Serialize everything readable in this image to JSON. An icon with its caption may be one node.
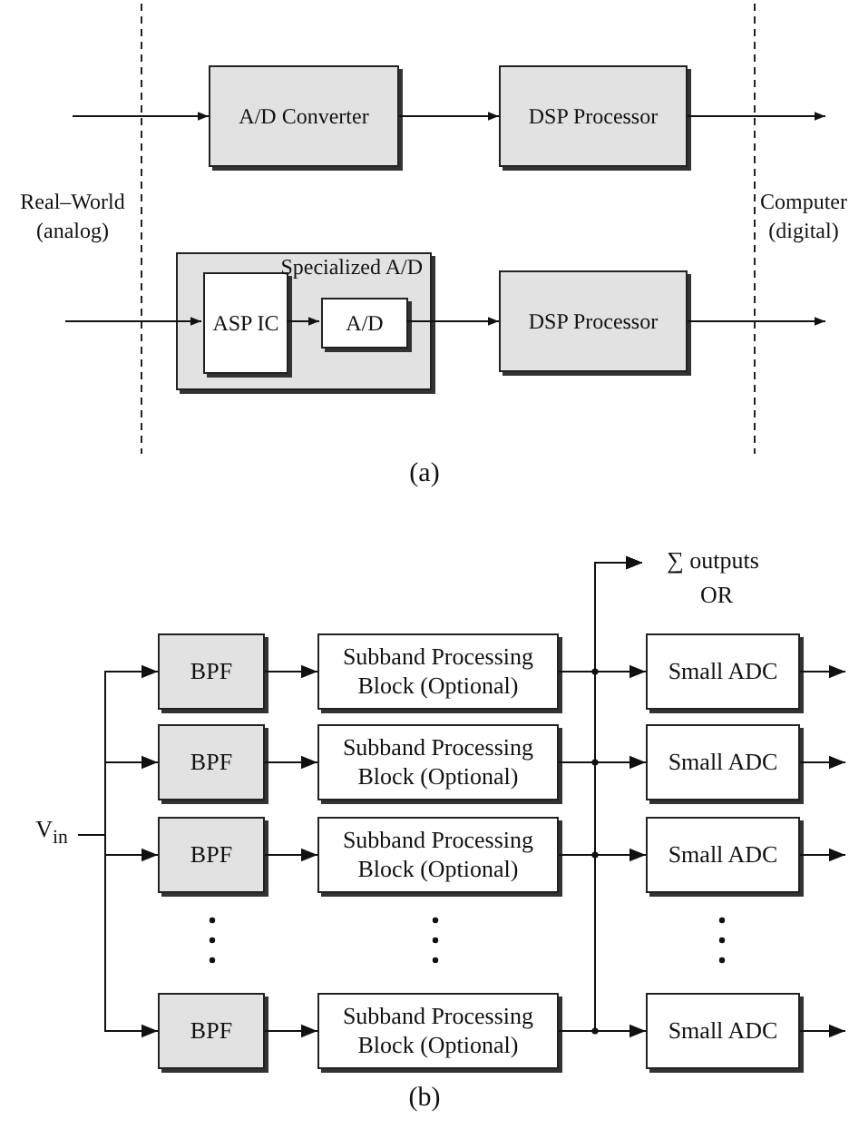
{
  "diagram": {
    "nodes": [
      {
        "text": [
          "A/D Converter"
        ]
      },
      {
        "text": [
          "DSP Processor"
        ]
      },
      {
        "text": [
          "Specialized A/D"
        ]
      },
      {
        "text": [
          "ASP IC"
        ],
        "in": 2
      },
      {
        "text": [
          "A/D"
        ],
        "in": 2
      },
      {
        "text": [
          "DSP Processor"
        ]
      },
      {
        "text": [
          "∑ outputs"
        ]
      },
      {
        "text": [
          "V$_{in}$"
        ]
      },
      {
        "text": [
          "BPF"
        ]
      },
      {
        "text": [
          "Subband Processing Block (Optional)"
        ]
      },
      {
        "text": [
          "Small ADC"
        ]
      },
      {
        "text": [
          "BPF"
        ]
      },
      {
        "text": [
          "Subband Processing Block (Optional)"
        ]
      },
      {
        "text": [
          "Small ADC"
        ]
      },
      {
        "text": [
          "BPF"
        ]
      },
      {
        "text": [
          "Subband Processing Block (Optional)"
        ]
      },
      {
        "text": [
          "Small ADC"
        ]
      },
      {
        "text": [
          "BPF"
        ]
      },
      {
        "text": [
          "Subband Processing Block (Optional)"
        ]
      },
      {
        "text": [
          "Small ADC"
        ]
      }
    ],
    "edges": [
      {
        "from": null,
        "to": 0,
        "arrow": "to"
      },
      {
        "from": 0,
        "to": 1,
        "arrow": "to"
      },
      {
        "from": 1,
        "to": null,
        "arrow": "to"
      },
      {
        "from": null,
        "to": 3,
        "arrow": "to"
      },
      {
        "from": 3,
        "to": 4,
        "arrow": "to"
      },
      {
        "from": 4,
        "to": 5,
        "arrow": "to"
      },
      {
        "from": 5,
        "to": null,
        "arrow": "to"
      },
      {
        "from": 7,
        "to": 8,
        "arrow": "to"
      },
      {
        "from": 8,
        "to": 9,
        "arrow": "to"
      },
      {
        "from": 9,
        "to": 10,
        "arrow": "to"
      },
      {
        "from": 9,
        "to": 6,
        "arrow": "to"
      },
      {
        "from": 10,
        "to": null,
        "arrow": "to"
      },
      {
        "from": 7,
        "to": 11,
        "arrow": "to"
      },
      {
        "from": 11,
        "to": 12,
        "arrow": "to"
      },
      {
        "from": 12,
        "to": 13,
        "arrow": "to"
      },
      {
        "from": 12,
        "to": 6,
        "arrow": "to"
      },
      {
        "from": 13,
        "to": null,
        "arrow": "to"
      },
      {
        "from": 7,
        "to": 14,
        "arrow": "to"
      },
      {
        "from": 14,
        "to": 15,
        "arrow": "to"
      },
      {
        "from": 15,
        "to": 16,
        "arrow": "to"
      },
      {
        "from": 15,
        "to": 6,
        "arrow": "to"
      },
      {
        "from": 16,
        "to": null,
        "arrow": "to"
      },
      {
        "from": 7,
        "to": 17,
        "arrow": "to"
      },
      {
        "from": 17,
        "to": 18,
        "arrow": "to"
      },
      {
        "from": 18,
        "to": 19,
        "arrow": "to"
      },
      {
        "from": 18,
        "to": 6,
        "arrow": "to"
      },
      {
        "from": 19,
        "to": null,
        "arrow": "to"
      }
    ],
    "labels": [
      "Real–World (analog)",
      "Computer (digital)",
      "(a)",
      "OR",
      "(b)"
    ]
  }
}
